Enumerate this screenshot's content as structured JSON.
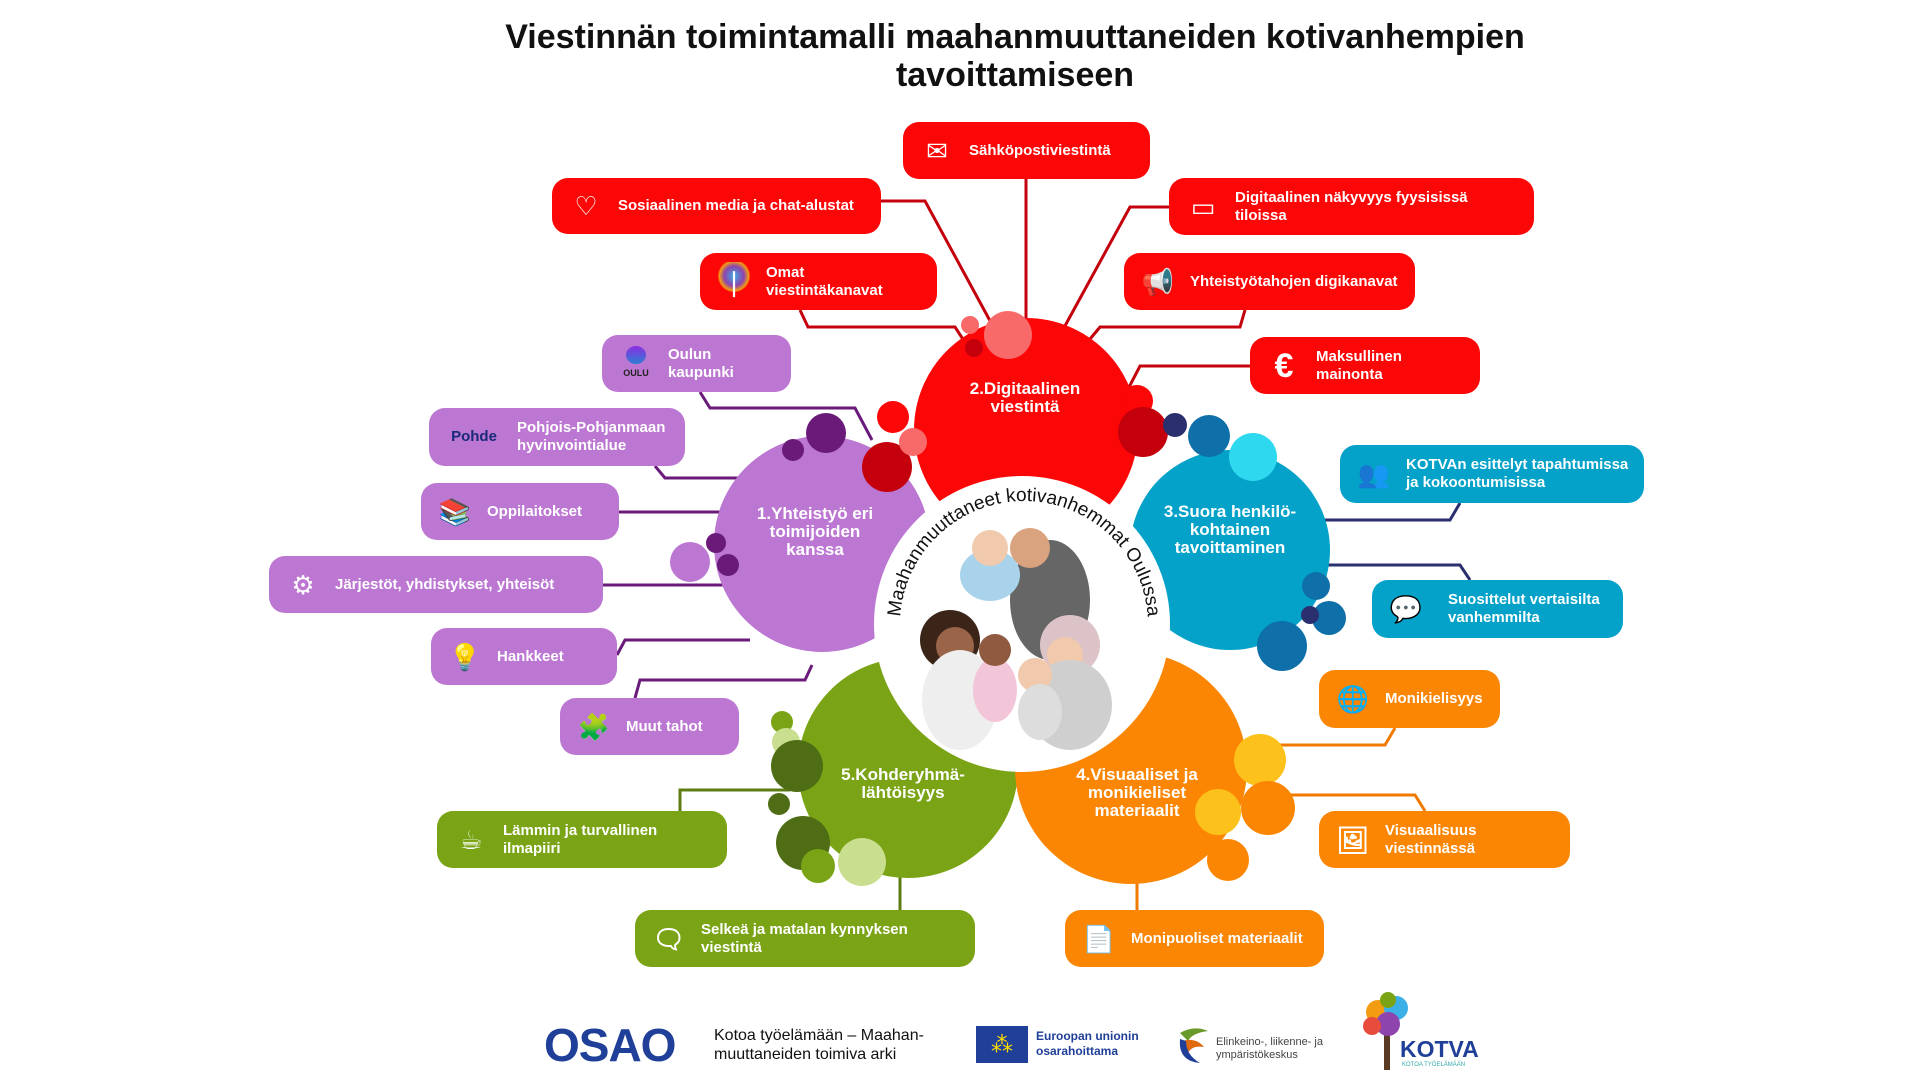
{
  "title": {
    "line1": "Viestinnän toimintamalli maahanmuuttaneiden kotivanhempien",
    "line2": "tavoittamiseen"
  },
  "center": {
    "arc_text": "Maahanmuuttaneet kotivanhemmat Oulussa"
  },
  "colors": {
    "red": "#fb0707",
    "purple": "#bc77d2",
    "blue": "#04a2c8",
    "orange": "#fb8604",
    "green": "#7aa415"
  },
  "themes": [
    {
      "label": "1.Yhteistyö eri toimijoiden kanssa",
      "lines": [
        "1.Yhteistyö eri",
        "toimijoiden",
        "kanssa"
      ]
    },
    {
      "label": "2.Digitaalinen viestintä",
      "lines": [
        "2.Digitaalinen",
        "viestintä"
      ]
    },
    {
      "label": "3.Suora henkilökohtainen tavoittaminen",
      "lines": [
        "3.Suora henkilö-",
        "kohtainen",
        "tavoittaminen"
      ]
    },
    {
      "label": "4.Visuaaliset ja monikieliset materiaalit",
      "lines": [
        "4.Visuaaliset ja",
        "monikieliset",
        "materiaalit"
      ]
    },
    {
      "label": "5.Kohderyhmälähtöisyys",
      "lines": [
        "5.Kohderyhmä-",
        "lähtöisyys"
      ]
    }
  ],
  "digital": [
    {
      "label": "Sähköpostiviestintä",
      "icon": "email-icon"
    },
    {
      "label": "Sosiaalinen media ja chat-alustat",
      "icon": "social-media-icon"
    },
    {
      "label": "Digitaalinen näkyvyys fyysisissä tiloissa",
      "icon": "monitor-icon"
    },
    {
      "label": "Omat viestintäkanavat",
      "icon": "kotva-tree-icon"
    },
    {
      "label": "Yhteistyötahojen digikanavat",
      "icon": "megaphone-network-icon"
    },
    {
      "label": "Maksullinen mainonta",
      "icon": "euro-icon"
    }
  ],
  "cooperation": [
    {
      "label": "Oulun kaupunki",
      "icon": "oulu-logo-icon",
      "logo_text": "OULU"
    },
    {
      "label": "Pohjois-Pohjanmaan hyvinvointialue",
      "icon": "pohde-logo-icon",
      "logo_text": "Pohde"
    },
    {
      "label": "Oppilaitokset",
      "icon": "books-icon"
    },
    {
      "label": "Järjestöt, yhdistykset, yhteisöt",
      "icon": "network-people-icon"
    },
    {
      "label": "Hankkeet",
      "icon": "idea-bulb-icon"
    },
    {
      "label": "Muut tahot",
      "icon": "puzzle-icon"
    }
  ],
  "direct": [
    {
      "label": "KOTVAn esittelyt tapahtumissa ja kokoontumisissa",
      "icon": "people-icon"
    },
    {
      "label": "Suosittelut vertaisilta vanhemmilta",
      "icon": "recommend-icon"
    }
  ],
  "materials": [
    {
      "label": "Monikielisyys",
      "icon": "globe-chat-icon"
    },
    {
      "label": "Visuaalisuus viestinnässä",
      "icon": "image-video-icon"
    },
    {
      "label": "Monipuoliset materiaalit",
      "icon": "documents-icon"
    }
  ],
  "target_group": [
    {
      "label": "Lämmin ja turvallinen ilmapiiri",
      "icon": "warm-cup-icon"
    },
    {
      "label": "Selkeä ja matalan kynnyksen viestintä",
      "icon": "speaker-message-icon"
    }
  ],
  "footer": {
    "osao": "OSAO",
    "project_line1": "Kotoa työelämään – Maahan-",
    "project_line2": "muuttaneiden toimiva arki",
    "eu_line1": "Euroopan unionin",
    "eu_line2": "osarahoittama",
    "ely_line1": "Elinkeino-, liikenne- ja",
    "ely_line2": "ympäristökeskus",
    "kotva": "KOTVA",
    "kotva_sub": "KOTOA TYÖELÄMÄÄN"
  }
}
